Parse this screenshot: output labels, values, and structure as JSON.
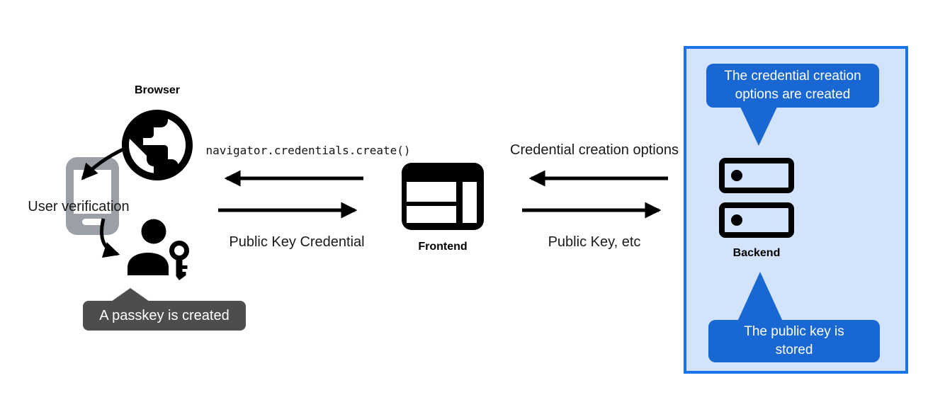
{
  "client": {
    "browser_label": "Browser",
    "user_verification_label": "User verification",
    "passkey_tooltip": "A passkey is created"
  },
  "frontend": {
    "label": "Frontend",
    "api_call": "navigator.credentials.create()",
    "response": "Public Key Credential"
  },
  "backend": {
    "label": "Backend",
    "request": "Credential creation options",
    "response": "Public Key, etc",
    "callout_top": "The credential creation options are created",
    "callout_bottom": "The public key is stored"
  },
  "icons": {
    "globe": "browser-globe-icon",
    "phone": "smartphone-icon",
    "user_key": "user-passkey-icon",
    "window": "frontend-window-icon",
    "server": "backend-server-icon"
  },
  "colors": {
    "panel_background": "#d3e3fc",
    "panel_border": "#1a73e8",
    "callout_blue": "#1967d2",
    "tooltip_gray": "#4d4d4d",
    "phone_gray": "#9aa0a6",
    "ink": "#000000"
  }
}
